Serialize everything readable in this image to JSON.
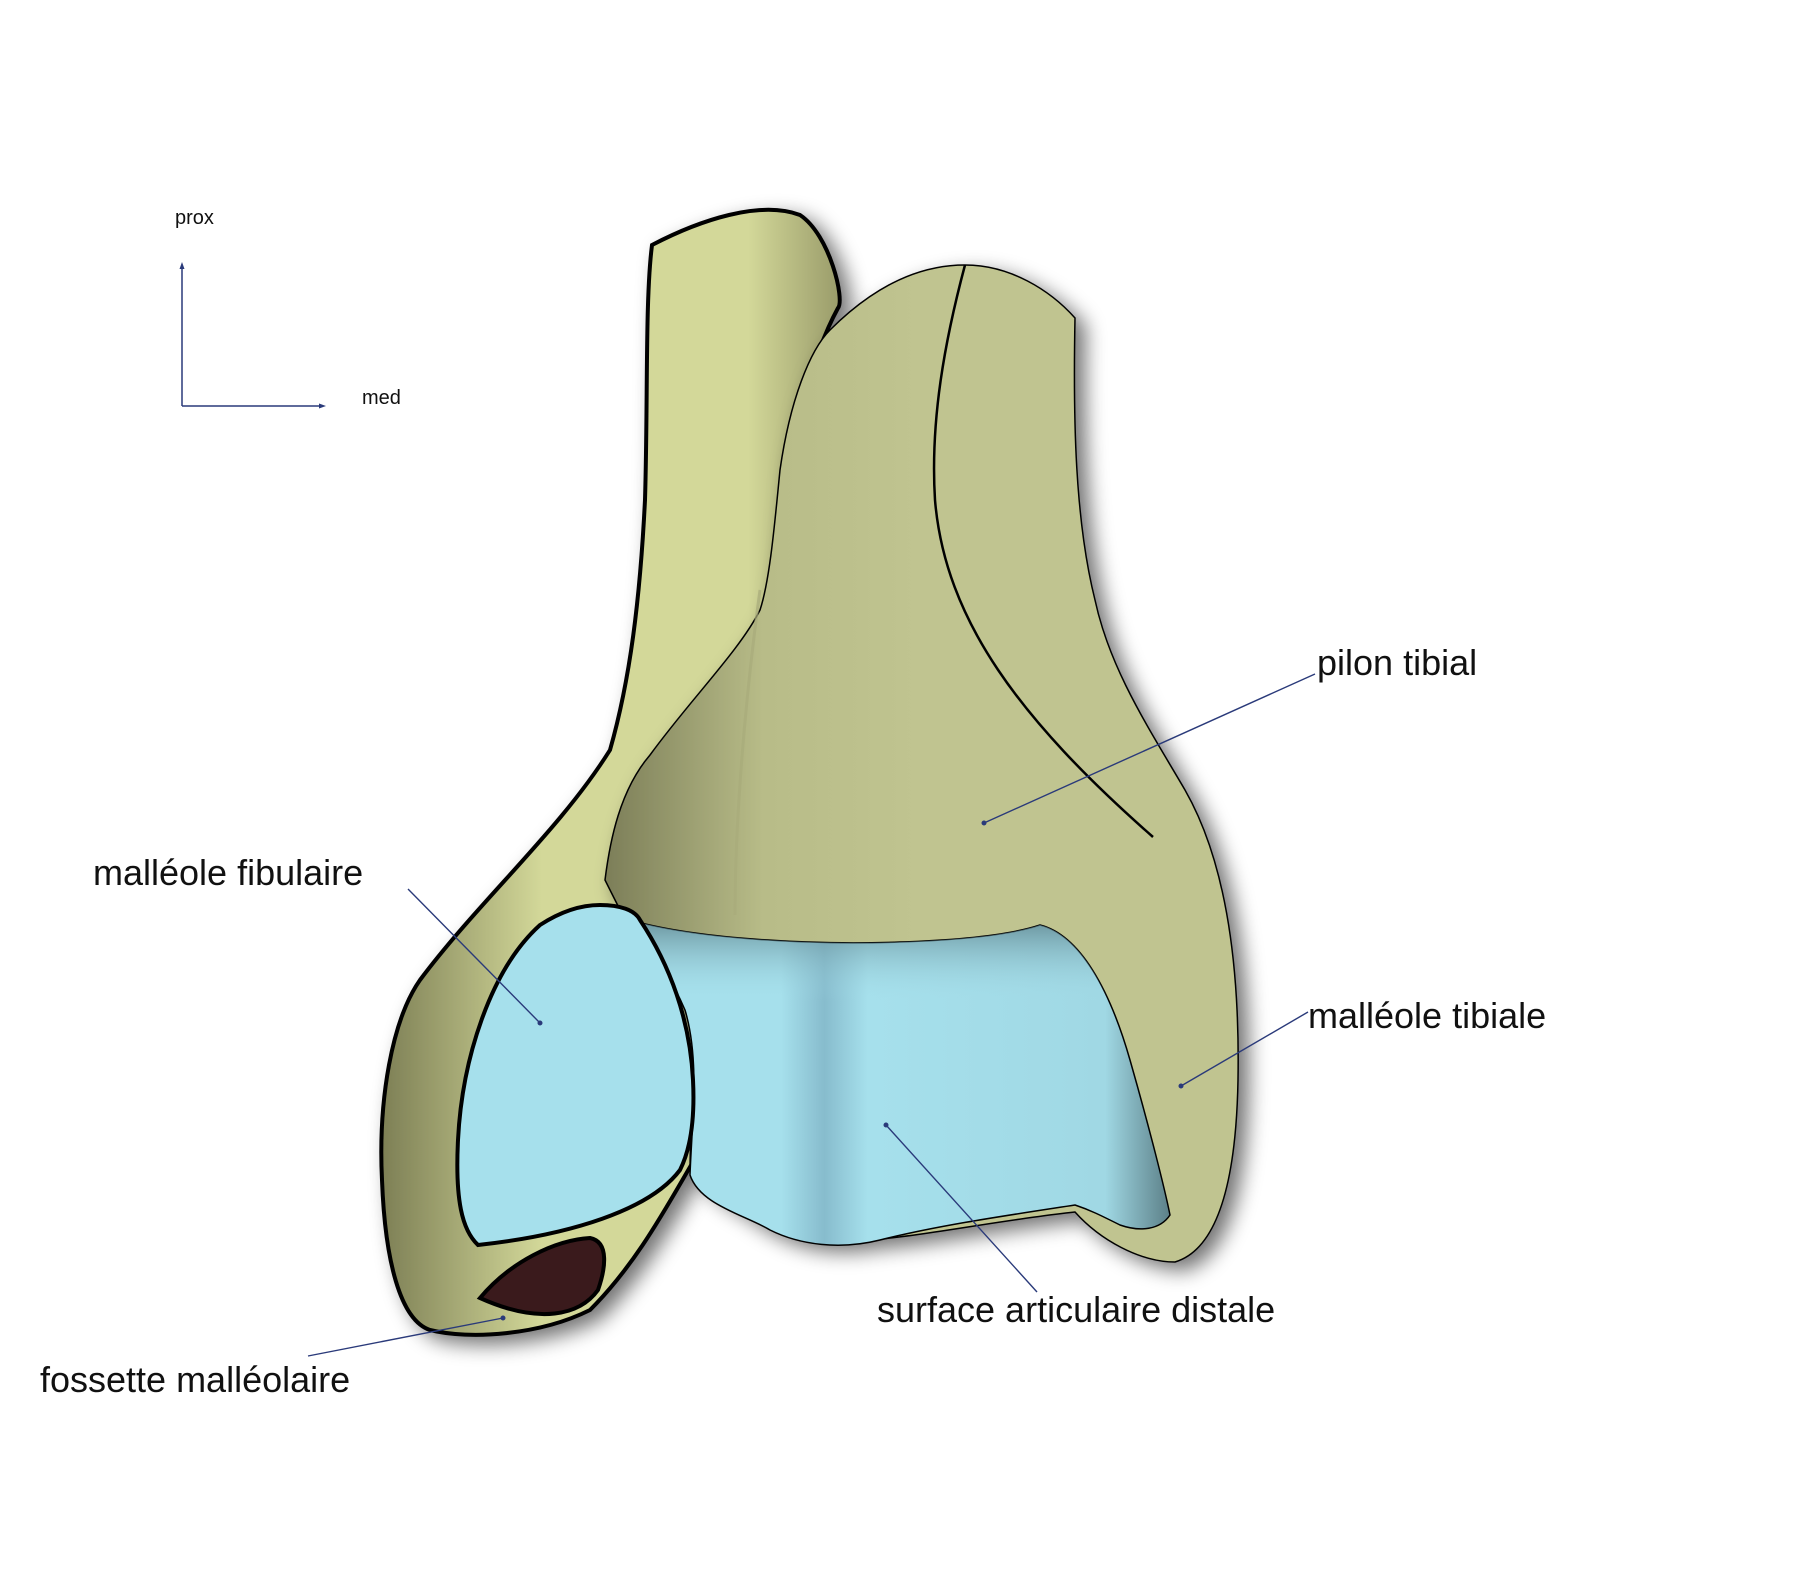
{
  "diagram": {
    "type": "anatomical-illustration",
    "subject": "distal tibia and fibula (ankle), anterior view",
    "orientation": {
      "proximal_label": "prox",
      "medial_label": "med"
    },
    "labels": [
      {
        "id": "pilon",
        "text": "pilon tibial"
      },
      {
        "id": "mall_fib",
        "text": "malléole fibulaire"
      },
      {
        "id": "mall_tib",
        "text": "malléole tibiale"
      },
      {
        "id": "surface",
        "text": "surface articulaire distale"
      },
      {
        "id": "fossette",
        "text": "fossette malléolaire"
      }
    ],
    "colors": {
      "fibula": "#d3d899",
      "tibia": "#c0c490",
      "cartilage": "#a6e0ec",
      "fossa": "#3a1a1c",
      "outline": "#000000",
      "leader_line": "#2a3a7a"
    }
  }
}
